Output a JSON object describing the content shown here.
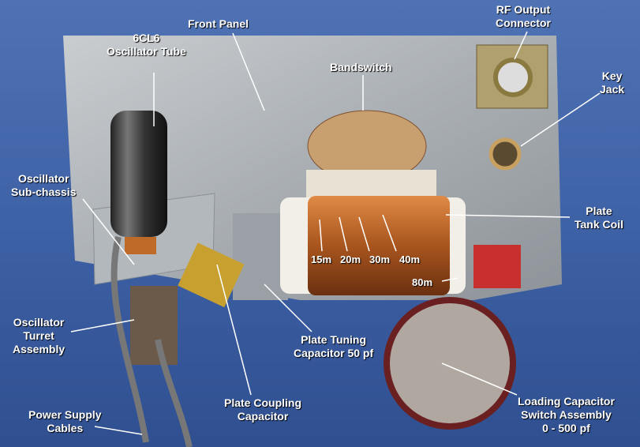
{
  "labels": {
    "front_panel": "Front Panel",
    "tube": [
      "6CL6",
      "Oscillator Tube"
    ],
    "rf_output": [
      "RF Output",
      "Connector"
    ],
    "bandswitch": "Bandswitch",
    "key_jack": [
      "Key",
      "Jack"
    ],
    "sub_chassis": [
      "Oscillator",
      "Sub-chassis"
    ],
    "tank_coil": [
      "Plate",
      "Tank Coil"
    ],
    "turret": [
      "Oscillator",
      "Turret",
      "Assembly"
    ],
    "tuning_cap": [
      "Plate Tuning",
      "Capacitor 50 pf"
    ],
    "coupling_cap": [
      "Plate Coupling",
      "Capacitor"
    ],
    "loading_cap": [
      "Loading Capacitor",
      "Switch Assembly",
      "0 - 500 pf"
    ],
    "power_cables": [
      "Power Supply",
      "Cables"
    ],
    "bands": [
      "15m",
      "20m",
      "30m",
      "40m",
      "80m"
    ]
  },
  "colors": {
    "background": "#3e62a6",
    "label": "#ffffff",
    "panel": "#b8bcc0",
    "coil": "#b8652a"
  }
}
